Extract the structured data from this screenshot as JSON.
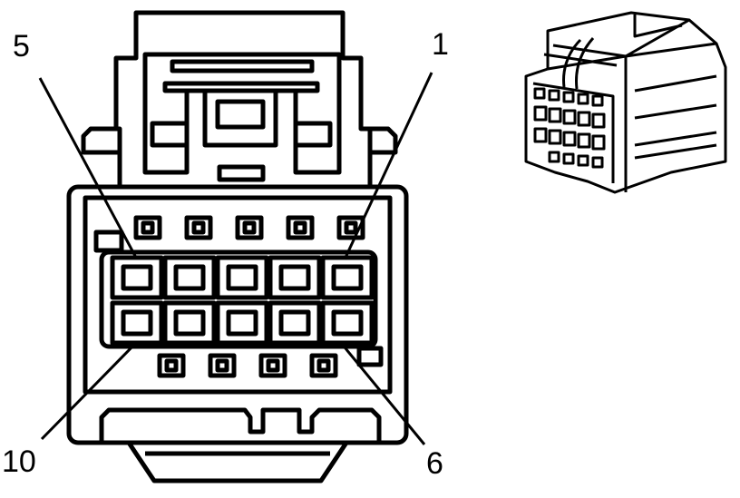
{
  "labels": {
    "top_left": "5",
    "top_right": "1",
    "bottom_left": "10",
    "bottom_right": "6"
  },
  "colors": {
    "stroke": "#000000",
    "fill": "#ffffff"
  }
}
